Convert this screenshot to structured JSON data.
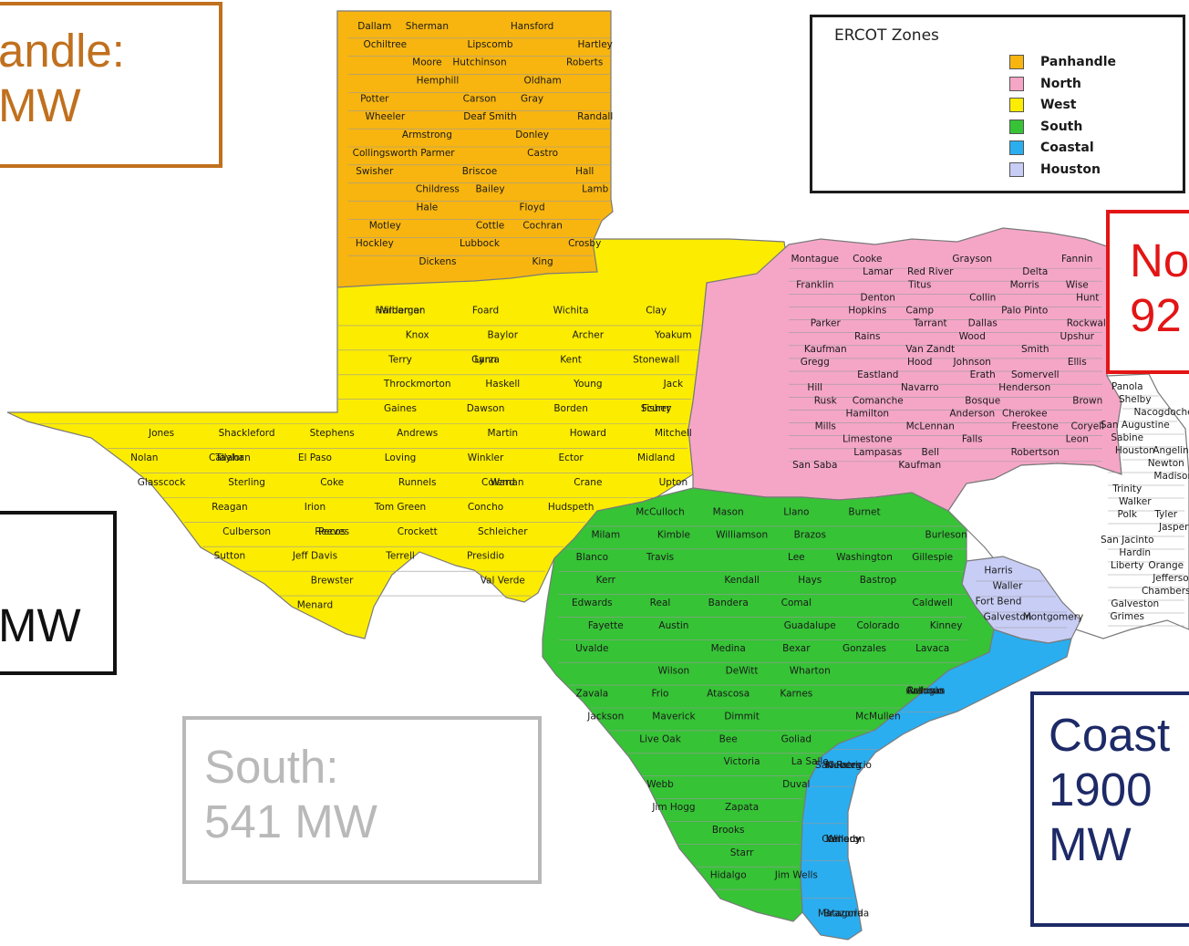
{
  "legend": {
    "title": "ERCOT Zones",
    "items": [
      {
        "label": "Panhandle",
        "color": "#f8b50f"
      },
      {
        "label": "North",
        "color": "#f5a6c7"
      },
      {
        "label": "West",
        "color": "#fcec00"
      },
      {
        "label": "South",
        "color": "#36c336"
      },
      {
        "label": "Coastal",
        "color": "#2aaef0"
      },
      {
        "label": "Houston",
        "color": "#c8cdf5"
      }
    ]
  },
  "callouts": {
    "panhandle": {
      "line1": "andle:",
      "line2": " MW",
      "color": "#c0701e"
    },
    "north": {
      "line1": "No",
      "line2": "92",
      "color": "#e31515"
    },
    "west": {
      "line1": "MW",
      "color": "#111111"
    },
    "south": {
      "line1": "South:",
      "line2": "541 MW",
      "color": "#b9b9b9"
    },
    "coastal": {
      "line1": "Coast",
      "line2": "1900",
      "line3": "MW",
      "color": "#1d2a67"
    }
  },
  "zone_colors": {
    "panhandle": "#f8b50f",
    "north": "#f5a6c7",
    "west": "#fcec00",
    "south": "#36c336",
    "coastal": "#2aaef0",
    "houston": "#c8cdf5",
    "east": "#ffffff"
  },
  "counties": {
    "panhandle": [
      "Dallam",
      "Sherman",
      "Hansford",
      "Ochiltree",
      "Lipscomb",
      "Hartley",
      "Moore",
      "Hutchinson",
      "Roberts",
      "Hemphill",
      "Oldham",
      "Potter",
      "Carson",
      "Gray",
      "Wheeler",
      "Deaf Smith",
      "Randall",
      "Armstrong",
      "Donley",
      "Collingsworth",
      "Parmer",
      "Castro",
      "Swisher",
      "Briscoe",
      "Hall",
      "Childress",
      "Bailey",
      "Lamb",
      "Hale",
      "Floyd",
      "Motley",
      "Cottle",
      "Cochran",
      "Hockley",
      "Lubbock",
      "Crosby",
      "Dickens",
      "King"
    ],
    "west": [
      "Hardeman",
      "Wilbarger",
      "Foard",
      "Wichita",
      "Clay",
      "Knox",
      "Baylor",
      "Archer",
      "Yoakum",
      "Terry",
      "Lynn",
      "Garza",
      "Kent",
      "Stonewall",
      "Throckmorton",
      "Haskell",
      "Young",
      "Jack",
      "Gaines",
      "Dawson",
      "Borden",
      "Scurry",
      "Fisher",
      "Jones",
      "Shackleford",
      "Stephens",
      "Andrews",
      "Martin",
      "Howard",
      "Mitchell",
      "Nolan",
      "Taylor",
      "Callahan",
      "El Paso",
      "Loving",
      "Winkler",
      "Ector",
      "Midland",
      "Glasscock",
      "Sterling",
      "Coke",
      "Runnels",
      "Coleman",
      "Ward",
      "Crane",
      "Upton",
      "Reagan",
      "Irion",
      "Tom Green",
      "Concho",
      "Hudspeth",
      "Culberson",
      "Reeves",
      "Pecos",
      "Crockett",
      "Schleicher",
      "Sutton",
      "Jeff Davis",
      "Terrell",
      "Presidio",
      "Brewster",
      "Val Verde",
      "Menard"
    ],
    "north": [
      "Montague",
      "Cooke",
      "Grayson",
      "Fannin",
      "Lamar",
      "Red River",
      "Delta",
      "Franklin",
      "Titus",
      "Morris",
      "Wise",
      "Denton",
      "Collin",
      "Hunt",
      "Hopkins",
      "Camp",
      "Palo Pinto",
      "Parker",
      "Tarrant",
      "Dallas",
      "Rockwall",
      "Rains",
      "Wood",
      "Upshur",
      "Kaufman",
      "Van Zandt",
      "Smith",
      "Gregg",
      "Hood",
      "Johnson",
      "Ellis",
      "Eastland",
      "Erath",
      "Somervell",
      "Hill",
      "Navarro",
      "Henderson",
      "Rusk",
      "Comanche",
      "Bosque",
      "Brown",
      "Hamilton",
      "Anderson",
      "Cherokee",
      "Mills",
      "McLennan",
      "Freestone",
      "Coryell",
      "Limestone",
      "Falls",
      "Leon",
      "Lampasas",
      "Bell",
      "Robertson",
      "San Saba",
      "Kaufman"
    ],
    "east": [
      "Panola",
      "Shelby",
      "Nacogdoches",
      "San Augustine",
      "Sabine",
      "Houston",
      "Angelina",
      "Newton",
      "Madison",
      "Trinity",
      "Walker",
      "Polk",
      "Tyler",
      "Jasper",
      "San Jacinto",
      "Hardin",
      "Liberty",
      "Orange",
      "Jefferson",
      "Chambers",
      "Galveston",
      "Grimes"
    ],
    "south": [
      "McCulloch",
      "Mason",
      "Llano",
      "Burnet",
      "Milam",
      "Kimble",
      "Williamson",
      "Brazos",
      "Burleson",
      "Blanco",
      "Travis",
      "Lee",
      "Washington",
      "Gillespie",
      "Kerr",
      "Kendall",
      "Hays",
      "Bastrop",
      "Edwards",
      "Real",
      "Bandera",
      "Comal",
      "Caldwell",
      "Fayette",
      "Austin",
      "Guadalupe",
      "Colorado",
      "Kinney",
      "Uvalde",
      "Medina",
      "Bexar",
      "Gonzales",
      "Lavaca",
      "Wilson",
      "DeWitt",
      "Wharton",
      "Zavala",
      "Frio",
      "Atascosa",
      "Karnes",
      "Jackson",
      "Maverick",
      "Dimmit",
      "McMullen",
      "Live Oak",
      "Bee",
      "Goliad",
      "Victoria",
      "La Salle",
      "Webb",
      "Duval",
      "Jim Hogg",
      "Zapata",
      "Brooks",
      "Starr",
      "Hidalgo",
      "Jim Wells"
    ],
    "coastal": [
      "Calhoun",
      "Refugio",
      "Aransas",
      "San Patricio",
      "Nueces",
      "Kleberg",
      "Kenedy",
      "Willacy",
      "Cameron",
      "Matagorda",
      "Brazoria"
    ],
    "houston": [
      "Harris",
      "Waller",
      "Fort Bend",
      "Galveston",
      "Montgomery"
    ]
  }
}
